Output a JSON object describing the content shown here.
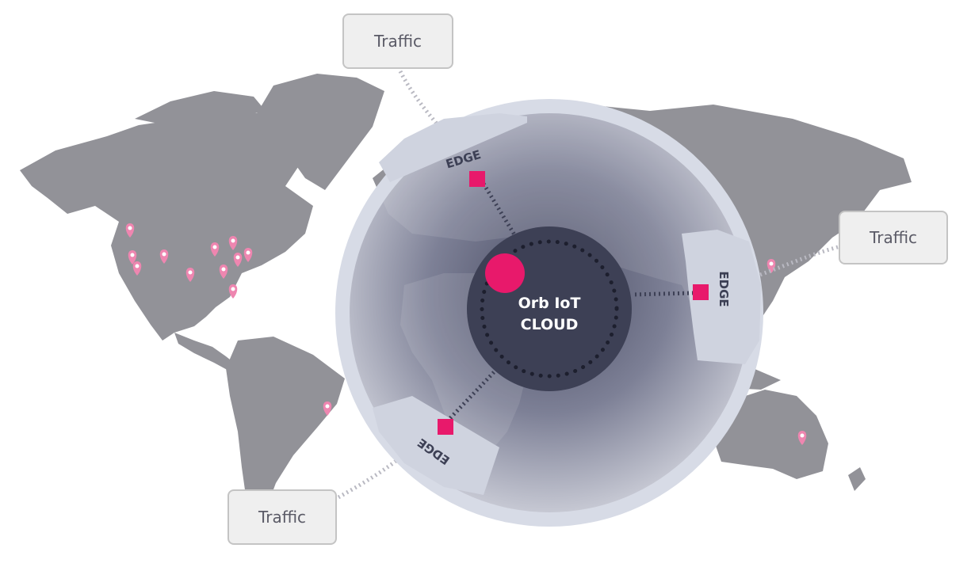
{
  "traffic": [
    "Traffic",
    "Traffic",
    "Traffic"
  ],
  "edge": [
    "EDGE",
    "EDGE",
    "EDGE"
  ],
  "cloud": {
    "line1": "Orb IoT",
    "line2": "CLOUD"
  },
  "colors": {
    "map": "#929298",
    "ring": "#d7dbe6",
    "zone": "#cfd3df",
    "core": "#3d4055",
    "accent": "#e8196b",
    "pin": "#ee86b0",
    "box_bg": "#efefef",
    "box_border": "#c4c4c4",
    "text": "#5a5a66"
  }
}
